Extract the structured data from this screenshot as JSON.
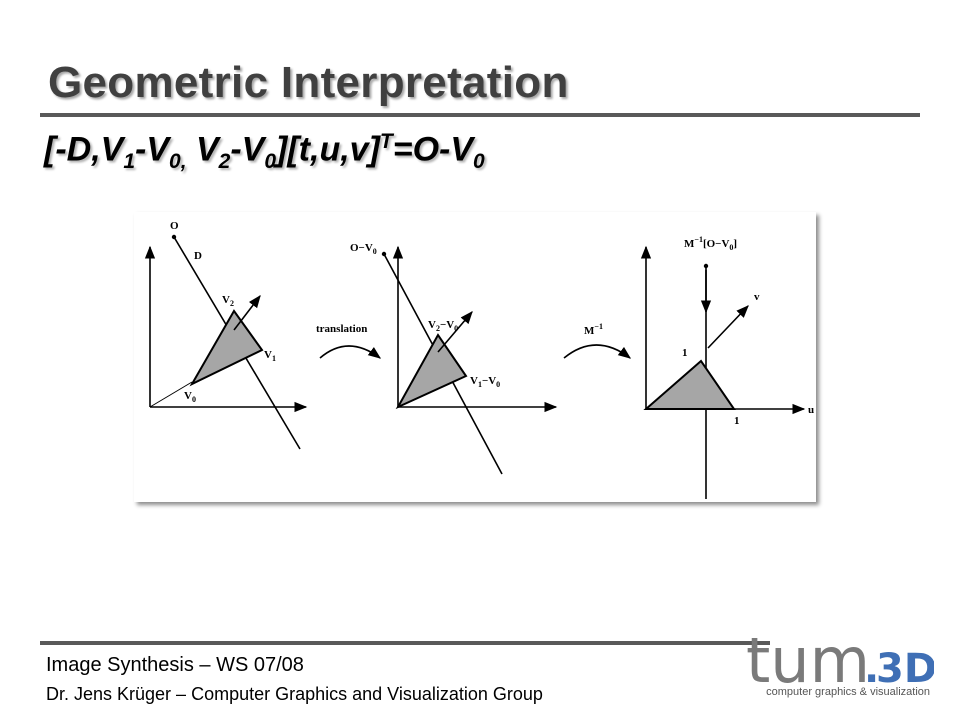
{
  "slide": {
    "title": "Geometric Interpretation",
    "formula": {
      "p1": "[-D,V",
      "s1": "1",
      "p2": "-V",
      "s2": "0,",
      "p3": " V",
      "s3": "2",
      "p4": "-V",
      "s4": "0",
      "p5": "][t,u,v]",
      "sup": "T",
      "p6": "=O-V",
      "s6": "0"
    }
  },
  "figure": {
    "panel1": {
      "origin_label": "O",
      "direction_label": "D",
      "v0": "V",
      "v0_sub": "0",
      "v1": "V",
      "v1_sub": "1",
      "v2": "V",
      "v2_sub": "2"
    },
    "transition1": "translation",
    "panel2": {
      "origin_a": "O−V",
      "origin_a_sub": "0",
      "v2_a": "V",
      "v2_a_sub": "2",
      "v2_b": "−V",
      "v2_b_sub": "0",
      "v1_a": "V",
      "v1_a_sub": "1",
      "v1_b": "−V",
      "v1_b_sub": "0"
    },
    "transition2_base": "M",
    "transition2_sup": "−1",
    "panel3": {
      "top_base": "M",
      "top_sup": "−1",
      "top_rest": "[O−V",
      "top_sub": "0",
      "top_end": "]",
      "v_label": "v",
      "u_label": "u",
      "tick_top": "1",
      "tick_right": "1"
    },
    "colors": {
      "triangle_fill": "#a6a6a6",
      "line": "#000000"
    }
  },
  "footer": {
    "course": "Image Synthesis – WS 07/08",
    "author": "Dr. Jens Krüger – Computer Graphics and Visualization Group"
  },
  "logo": {
    "text_tum": "tum",
    "text_dot": ".",
    "text_3d": "3D",
    "caption": "computer graphics & visualization",
    "colors": {
      "tum": "#7a7a7a",
      "accent": "#3f6fb5"
    }
  }
}
